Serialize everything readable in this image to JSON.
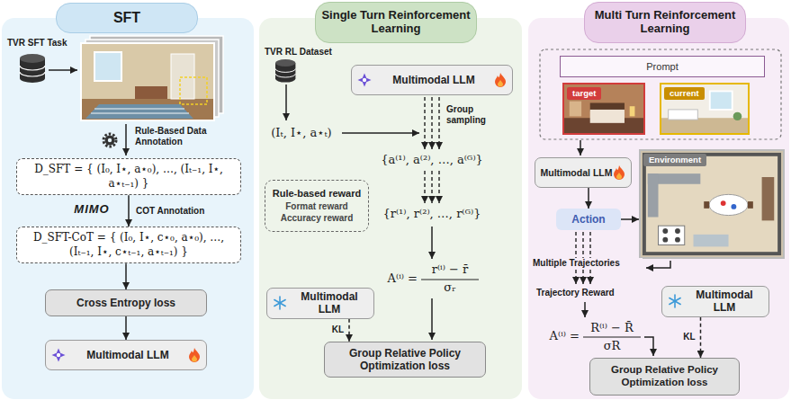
{
  "diagram": {
    "nodes": [
      {
        "text": [
          "SFT"
        ]
      },
      {
        "text": [
          "D_SFT = { (I₀, I⋆, a⋆₀), …, (Iₜ₋₁, I⋆, a⋆ₜ₋₁) }"
        ],
        "in": 0
      },
      {
        "text": [
          "D_SFT-CoT = { (I₀, I⋆, c⋆₀, a⋆₀), …, (Iₜ₋₁, I⋆, c⋆ₜ₋₁, a⋆ₜ₋₁) }"
        ],
        "in": 0
      },
      {
        "text": [
          "Cross Entropy loss"
        ],
        "in": 0
      },
      {
        "text": [
          "Multimodal LLM"
        ],
        "in": 0
      },
      {
        "text": [
          "Single Turn Reinforcement Learning"
        ]
      },
      {
        "text": [
          "Multimodal LLM"
        ],
        "in": 5
      },
      {
        "text": [
          "Rule-based reward",
          "Format reward Accuracy reward"
        ],
        "in": 5
      },
      {
        "text": [
          "Multimodal LLM"
        ],
        "in": 5
      },
      {
        "text": [
          "Group Relative Policy Optimization loss"
        ],
        "in": 5
      },
      {
        "text": [
          "Multi Turn Reinforcement Learning"
        ]
      },
      {
        "text": [
          "Prompt"
        ],
        "in": 10
      },
      {
        "text": [
          "target"
        ],
        "in": 10
      },
      {
        "text": [
          "current"
        ],
        "in": 10
      },
      {
        "text": [
          "Multimodal LLM"
        ],
        "in": 10
      },
      {
        "text": [
          "Environment"
        ],
        "in": 10
      },
      {
        "text": [
          "Action"
        ],
        "in": 10
      },
      {
        "text": [
          "Multimodal LLM"
        ],
        "in": 10
      },
      {
        "text": [
          "Group Relative Policy Optimization loss"
        ],
        "in": 10
      }
    ],
    "edges": [
      {
        "from": 1,
        "to": 2,
        "arrow": "to",
        "label": "COT Annotation"
      },
      {
        "from": 2,
        "to": 3,
        "arrow": "to"
      },
      {
        "from": 3,
        "to": 4,
        "arrow": "to"
      },
      {
        "from": 8,
        "to": 9,
        "arrow": "to",
        "label": "KL"
      },
      {
        "from": 14,
        "to": 16,
        "arrow": "to"
      },
      {
        "from": 16,
        "to": 15,
        "arrow": "to"
      },
      {
        "from": 17,
        "to": 18,
        "arrow": "to",
        "label": "KL"
      }
    ],
    "labels": [
      "TVR SFT Task",
      "Rule-Based Data Annotation",
      "MIMO",
      "TVR RL Dataset",
      "(Iₜ, I⋆, a⋆ₜ)",
      "Group sampling",
      "{a⁽¹⁾, a⁽²⁾, …, a⁽ᴳ⁾}",
      "{r⁽¹⁾, r⁽²⁾, …, r⁽ᴳ⁾}",
      "A⁽ⁱ⁾ =",
      "r⁽ⁱ⁾ − r̄",
      "σᵣ",
      "Multiple Trajectories",
      "Trajectory Reward",
      "A⁽ⁱ⁾ =",
      "R⁽ⁱ⁾ − R̄",
      "σR"
    ]
  }
}
